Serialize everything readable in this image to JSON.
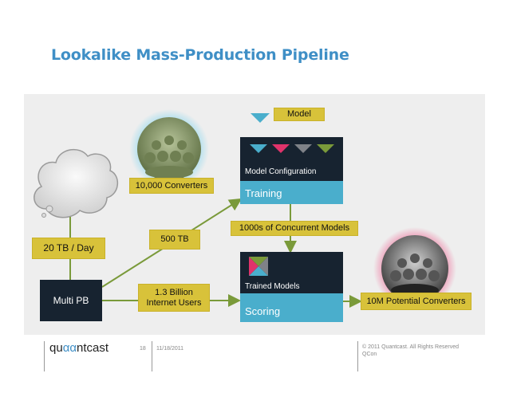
{
  "slide": {
    "title": "Lookalike Mass-Production Pipeline"
  },
  "diagram": {
    "model_tag": "Model",
    "converters_label": "10,000 Converters",
    "model_configuration_label": "Model Configuration",
    "training_label": "Training",
    "concurrent_models_label": "1000s of Concurrent Models",
    "data_rate_label": "20 TB / Day",
    "size_label": "500 TB",
    "storage_label": "Multi PB",
    "users_label_line1": "1.3 Billion",
    "users_label_line2": "Internet Users",
    "trained_models_label": "Trained Models",
    "scoring_label": "Scoring",
    "potential_converters_label": "10M Potential Converters"
  },
  "footer": {
    "logo_prefix": "qu",
    "logo_accent": "αα",
    "logo_suffix": "ntcast",
    "page_number": "18",
    "date": "11/18/2011",
    "copyright": "© 2011 Quantcast. All Rights Reserved",
    "event": "QCon"
  },
  "colors": {
    "title": "#3f8fc6",
    "yellow_label": "#d8c23a",
    "card_blue": "#4aaecc",
    "card_dark": "#172330",
    "arrow_green": "#7a9a3a",
    "glow_blue": "#8fd8ef",
    "glow_pink": "#ee6f9a"
  }
}
